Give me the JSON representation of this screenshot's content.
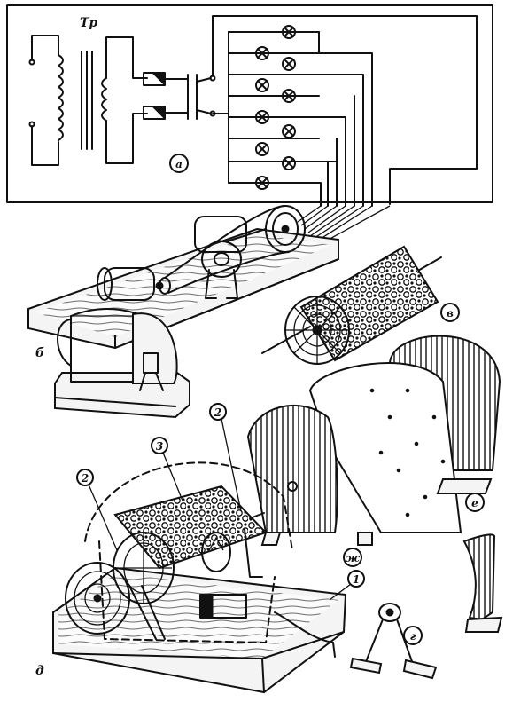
{
  "schematic": {
    "transformer_label": "Тр",
    "panel_label": "а"
  },
  "parts": {
    "assembly_label": "б",
    "drum_label": "в",
    "cover_label": "е",
    "cover_side_label": "ж",
    "bracket_label": "г",
    "final_label": "д"
  },
  "callouts": {
    "base": "1",
    "disc": "2",
    "drum": "3"
  }
}
